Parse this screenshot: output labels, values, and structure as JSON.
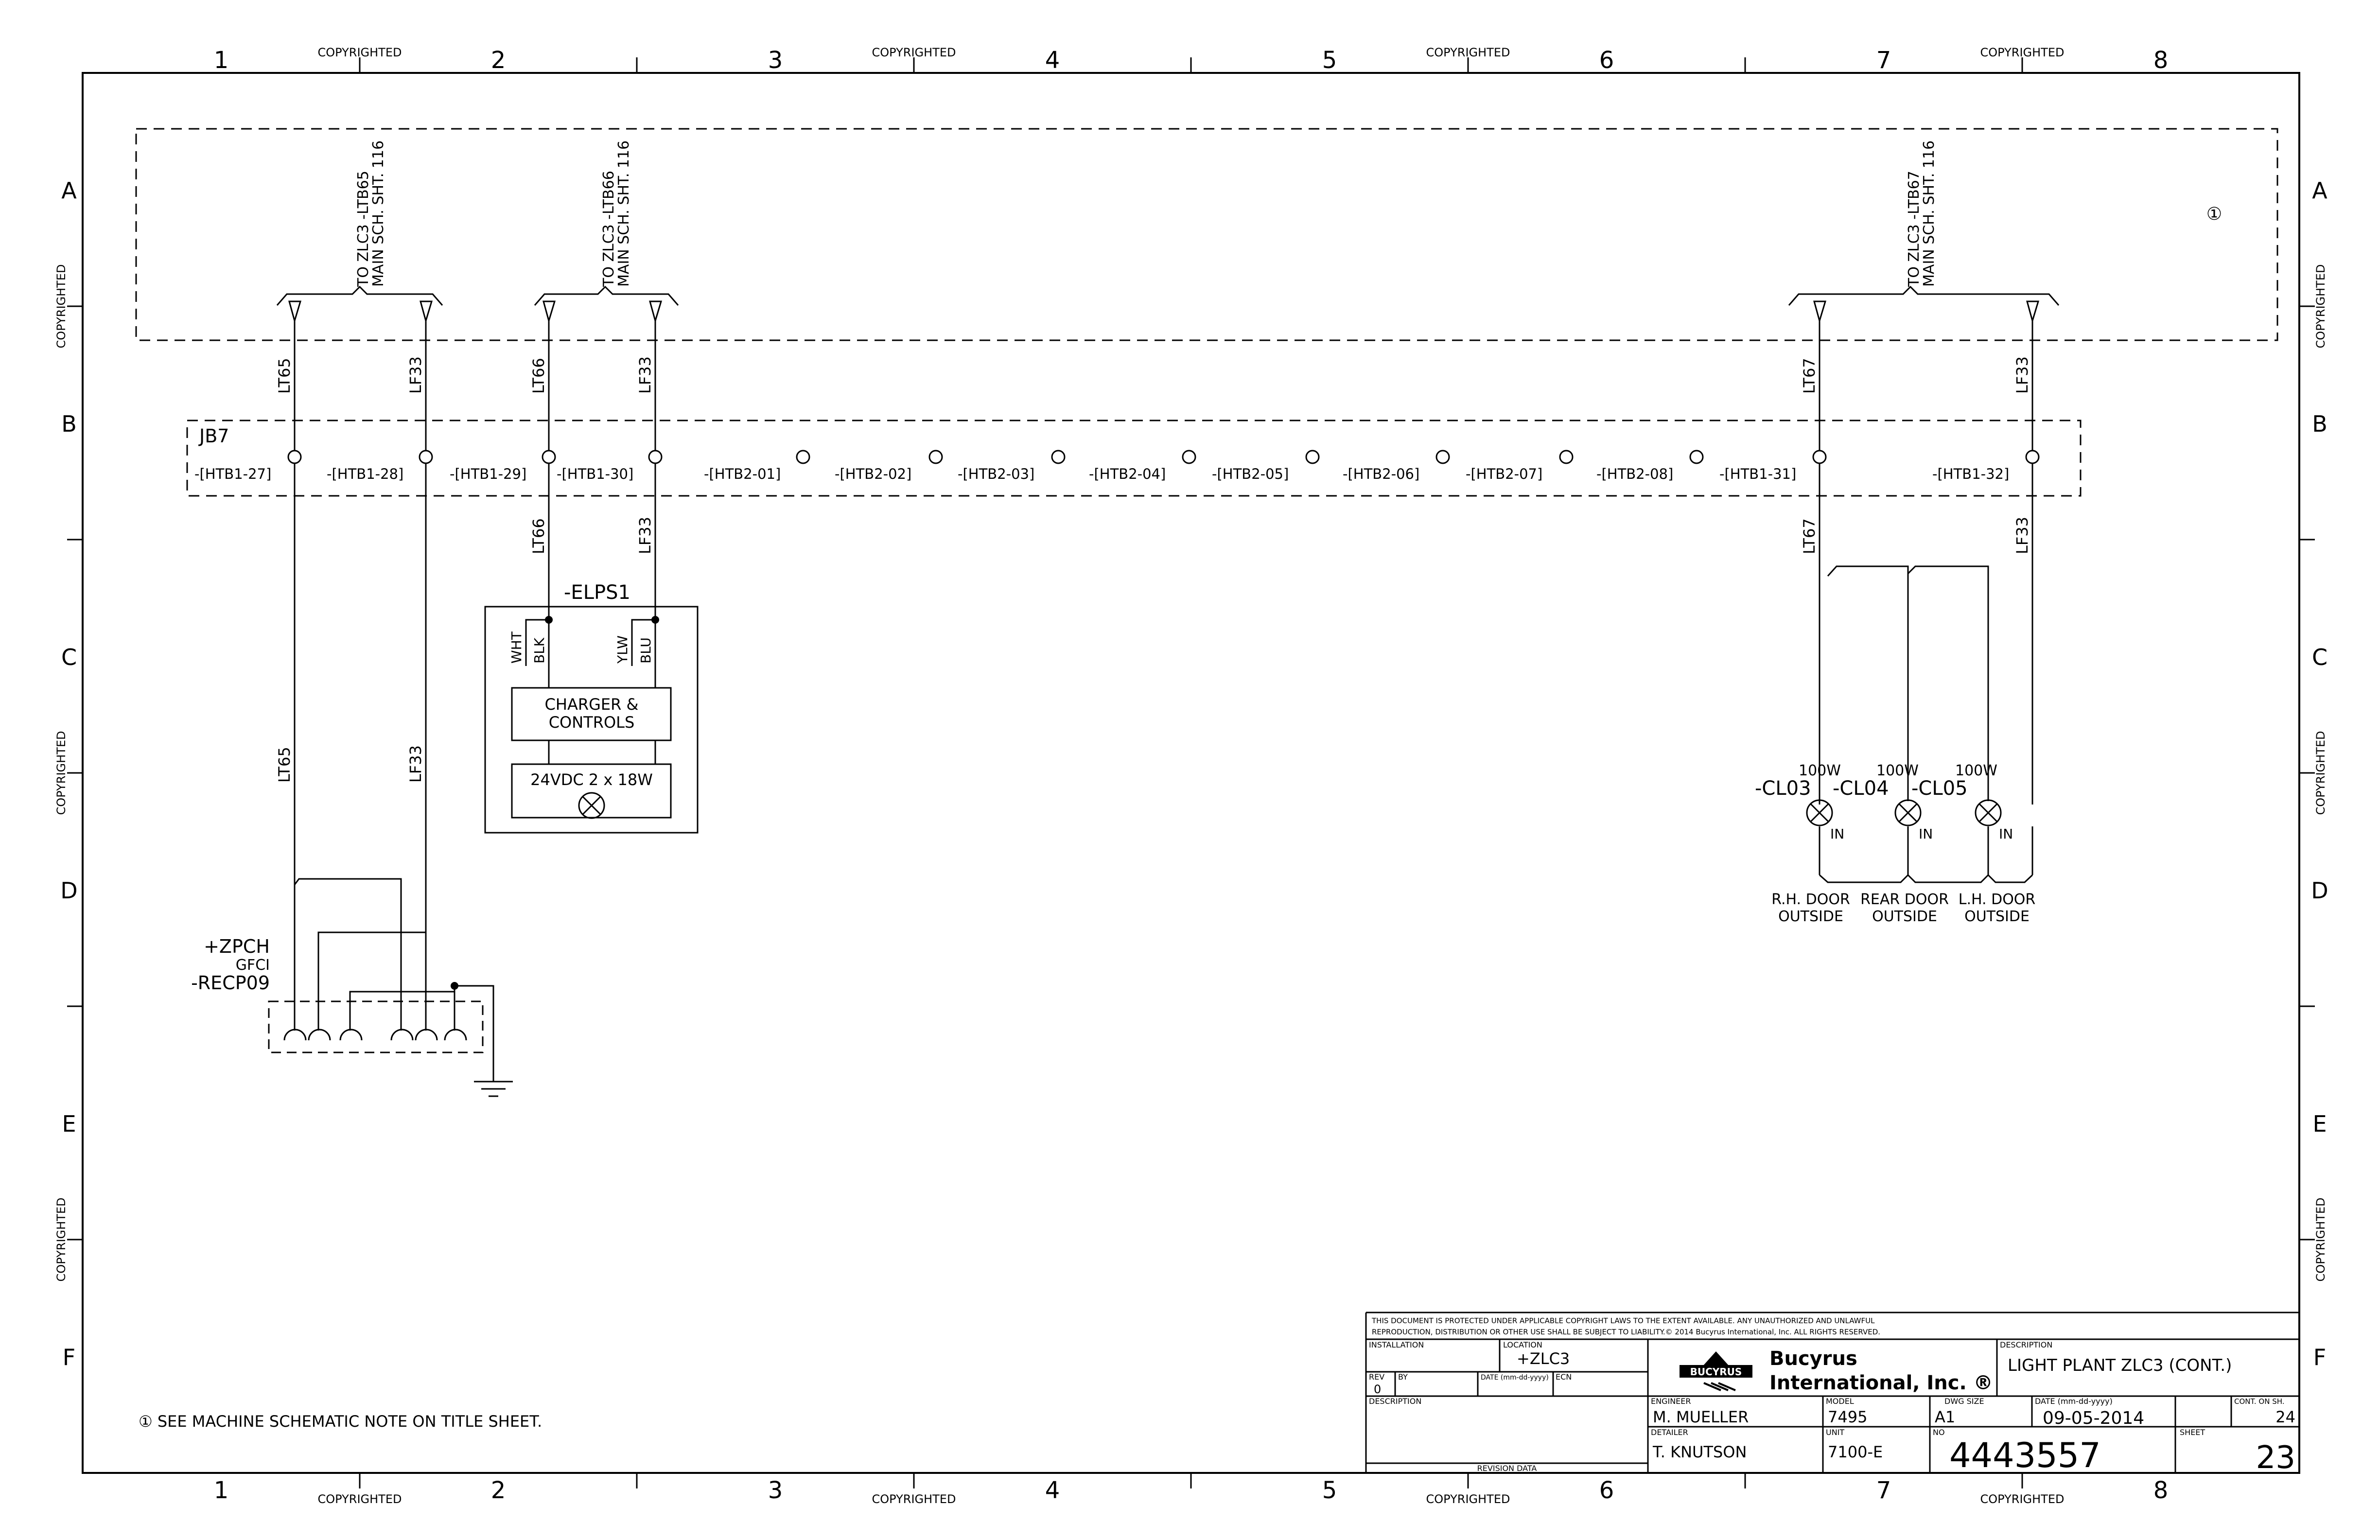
{
  "frame": {
    "columns": [
      "1",
      "2",
      "3",
      "4",
      "5",
      "6",
      "7",
      "8"
    ],
    "rows": [
      "A",
      "B",
      "C",
      "D",
      "E",
      "F"
    ],
    "copyright_mark": "COPYRIGHTED"
  },
  "references": {
    "ref1_a": "TO ZLC3 -LTB65",
    "ref1_b": "MAIN SCH. SHT. 116",
    "ref2_a": "TO ZLC3 -LTB66",
    "ref2_b": "MAIN SCH. SHT. 116",
    "ref3_a": "TO ZLC3 -LTB67",
    "ref3_b": "MAIN SCH. SHT. 116",
    "note_marker": "①"
  },
  "junction_box": {
    "name": "JB7",
    "terminals": [
      "-[HTB1-27]",
      "-[HTB1-28]",
      "-[HTB1-29]",
      "-[HTB1-30]",
      "-[HTB2-01]",
      "-[HTB2-02]",
      "-[HTB2-03]",
      "-[HTB2-04]",
      "-[HTB2-05]",
      "-[HTB2-06]",
      "-[HTB2-07]",
      "-[HTB2-08]",
      "-[HTB1-31]",
      "-[HTB1-32]"
    ]
  },
  "wires": {
    "lt65": "LT65",
    "lf33": "LF33",
    "lt66": "LT66",
    "lt67": "LT67"
  },
  "elps": {
    "name": "-ELPS1",
    "wht": "WHT",
    "blk": "BLK",
    "ylw": "YLW",
    "blu": "BLU",
    "charger_line1": "CHARGER &",
    "charger_line2": "CONTROLS",
    "lamp": "24VDC 2 x 18W"
  },
  "receptacle": {
    "loc": "+ZPCH",
    "type": "GFCI",
    "name": "-RECP09"
  },
  "lamps": [
    {
      "watt": "100W",
      "name": "-CL03",
      "tag": "IN",
      "desc1": "R.H. DOOR",
      "desc2": "OUTSIDE"
    },
    {
      "watt": "100W",
      "name": "-CL04",
      "tag": "IN",
      "desc1": "REAR DOOR",
      "desc2": "OUTSIDE"
    },
    {
      "watt": "100W",
      "name": "-CL05",
      "tag": "IN",
      "desc1": "L.H. DOOR",
      "desc2": "OUTSIDE"
    }
  ],
  "note": "① SEE MACHINE SCHEMATIC NOTE ON TITLE SHEET.",
  "title_block": {
    "legal1": "THIS DOCUMENT IS PROTECTED UNDER APPLICABLE COPYRIGHT LAWS TO THE EXTENT AVAILABLE.  ANY UNAUTHORIZED AND UNLAWFUL",
    "legal2": "REPRODUCTION, DISTRIBUTION OR OTHER USE SHALL BE SUBJECT TO LIABILITY.© 2014 Bucyrus International, Inc. ALL RIGHTS RESERVED.",
    "installation_label": "INSTALLATION",
    "location_label": "LOCATION",
    "location_value": "+ZLC3",
    "rev_label": "REV",
    "rev_value": "0",
    "by_label": "BY",
    "date_label": "DATE (mm-dd-yyyy)",
    "ecn_label": "ECN",
    "description_label": "DESCRIPTION",
    "revision_data": "REVISION DATA",
    "logo_text": "BUCYRUS",
    "company_line1": "Bucyrus",
    "company_line2": "International, Inc. ®",
    "desc_label": "DESCRIPTION",
    "desc_value": "LIGHT PLANT ZLC3 (CONT.)",
    "engineer_label": "ENGINEER",
    "engineer_value": "M. MUELLER",
    "model_label": "MODEL",
    "model_value": "7495",
    "dwg_size_label": "DWG SIZE",
    "dwg_size_value": "A1",
    "date_label2": "DATE (mm-dd-yyyy)",
    "date_value": "09-05-2014",
    "cont_label": "CONT. ON SH.",
    "cont_value": "24",
    "detailer_label": "DETAILER",
    "detailer_value": "T. KNUTSON",
    "unit_label": "UNIT",
    "unit_value": "7100-E",
    "no_label": "NO",
    "no_value": "4443557",
    "sheet_label": "SHEET",
    "sheet_value": "23"
  }
}
